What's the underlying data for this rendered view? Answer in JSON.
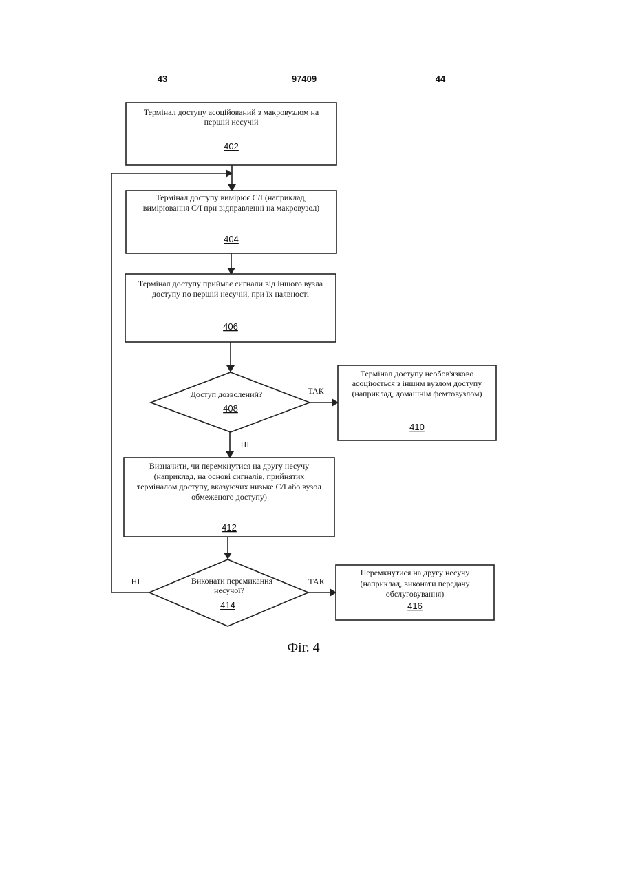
{
  "header": {
    "page_left": "43",
    "patent_number": "97409",
    "page_right": "44"
  },
  "steps": {
    "s402": {
      "lines": [
        "Термінал доступу асоційований з макровузлом на",
        "першій несучій"
      ],
      "ref": "402"
    },
    "s404": {
      "lines": [
        "Термінал доступу вимірює С/І (наприклад,",
        "вимірювання С/І при відправленні на макровузол)"
      ],
      "ref": "404"
    },
    "s406": {
      "lines": [
        "Термінал доступу приймає сигнали від іншого вузла",
        "доступу по першій несучій, при їх наявності"
      ],
      "ref": "406"
    },
    "d408": {
      "lines": [
        "Доступ дозволений?"
      ],
      "ref": "408"
    },
    "s410": {
      "lines": [
        "Термінал доступу необов'язково",
        "асоціюється з іншим вузлом доступу",
        "(наприклад, домашнім фемтовузлом)"
      ],
      "ref": "410"
    },
    "s412": {
      "lines": [
        "Визначити, чи перемкнутися на другу несучу",
        "(наприклад, на основі сигналів, прийнятих",
        "терміналом доступу, вказуючих низьке С/І або вузол",
        "обмеженого доступу)"
      ],
      "ref": "412"
    },
    "d414": {
      "lines": [
        "Виконати перемикання",
        "несучої?"
      ],
      "ref": "414"
    },
    "s416": {
      "lines": [
        "Перемкнутися на другу несучу",
        "(наприклад, виконати передачу",
        "обслуговування)"
      ],
      "ref": "416"
    }
  },
  "edge_labels": {
    "yes_408": "ТАК",
    "no_408": "НІ",
    "yes_414": "ТАК",
    "no_414": "НІ"
  },
  "caption": "Фіг. 4"
}
